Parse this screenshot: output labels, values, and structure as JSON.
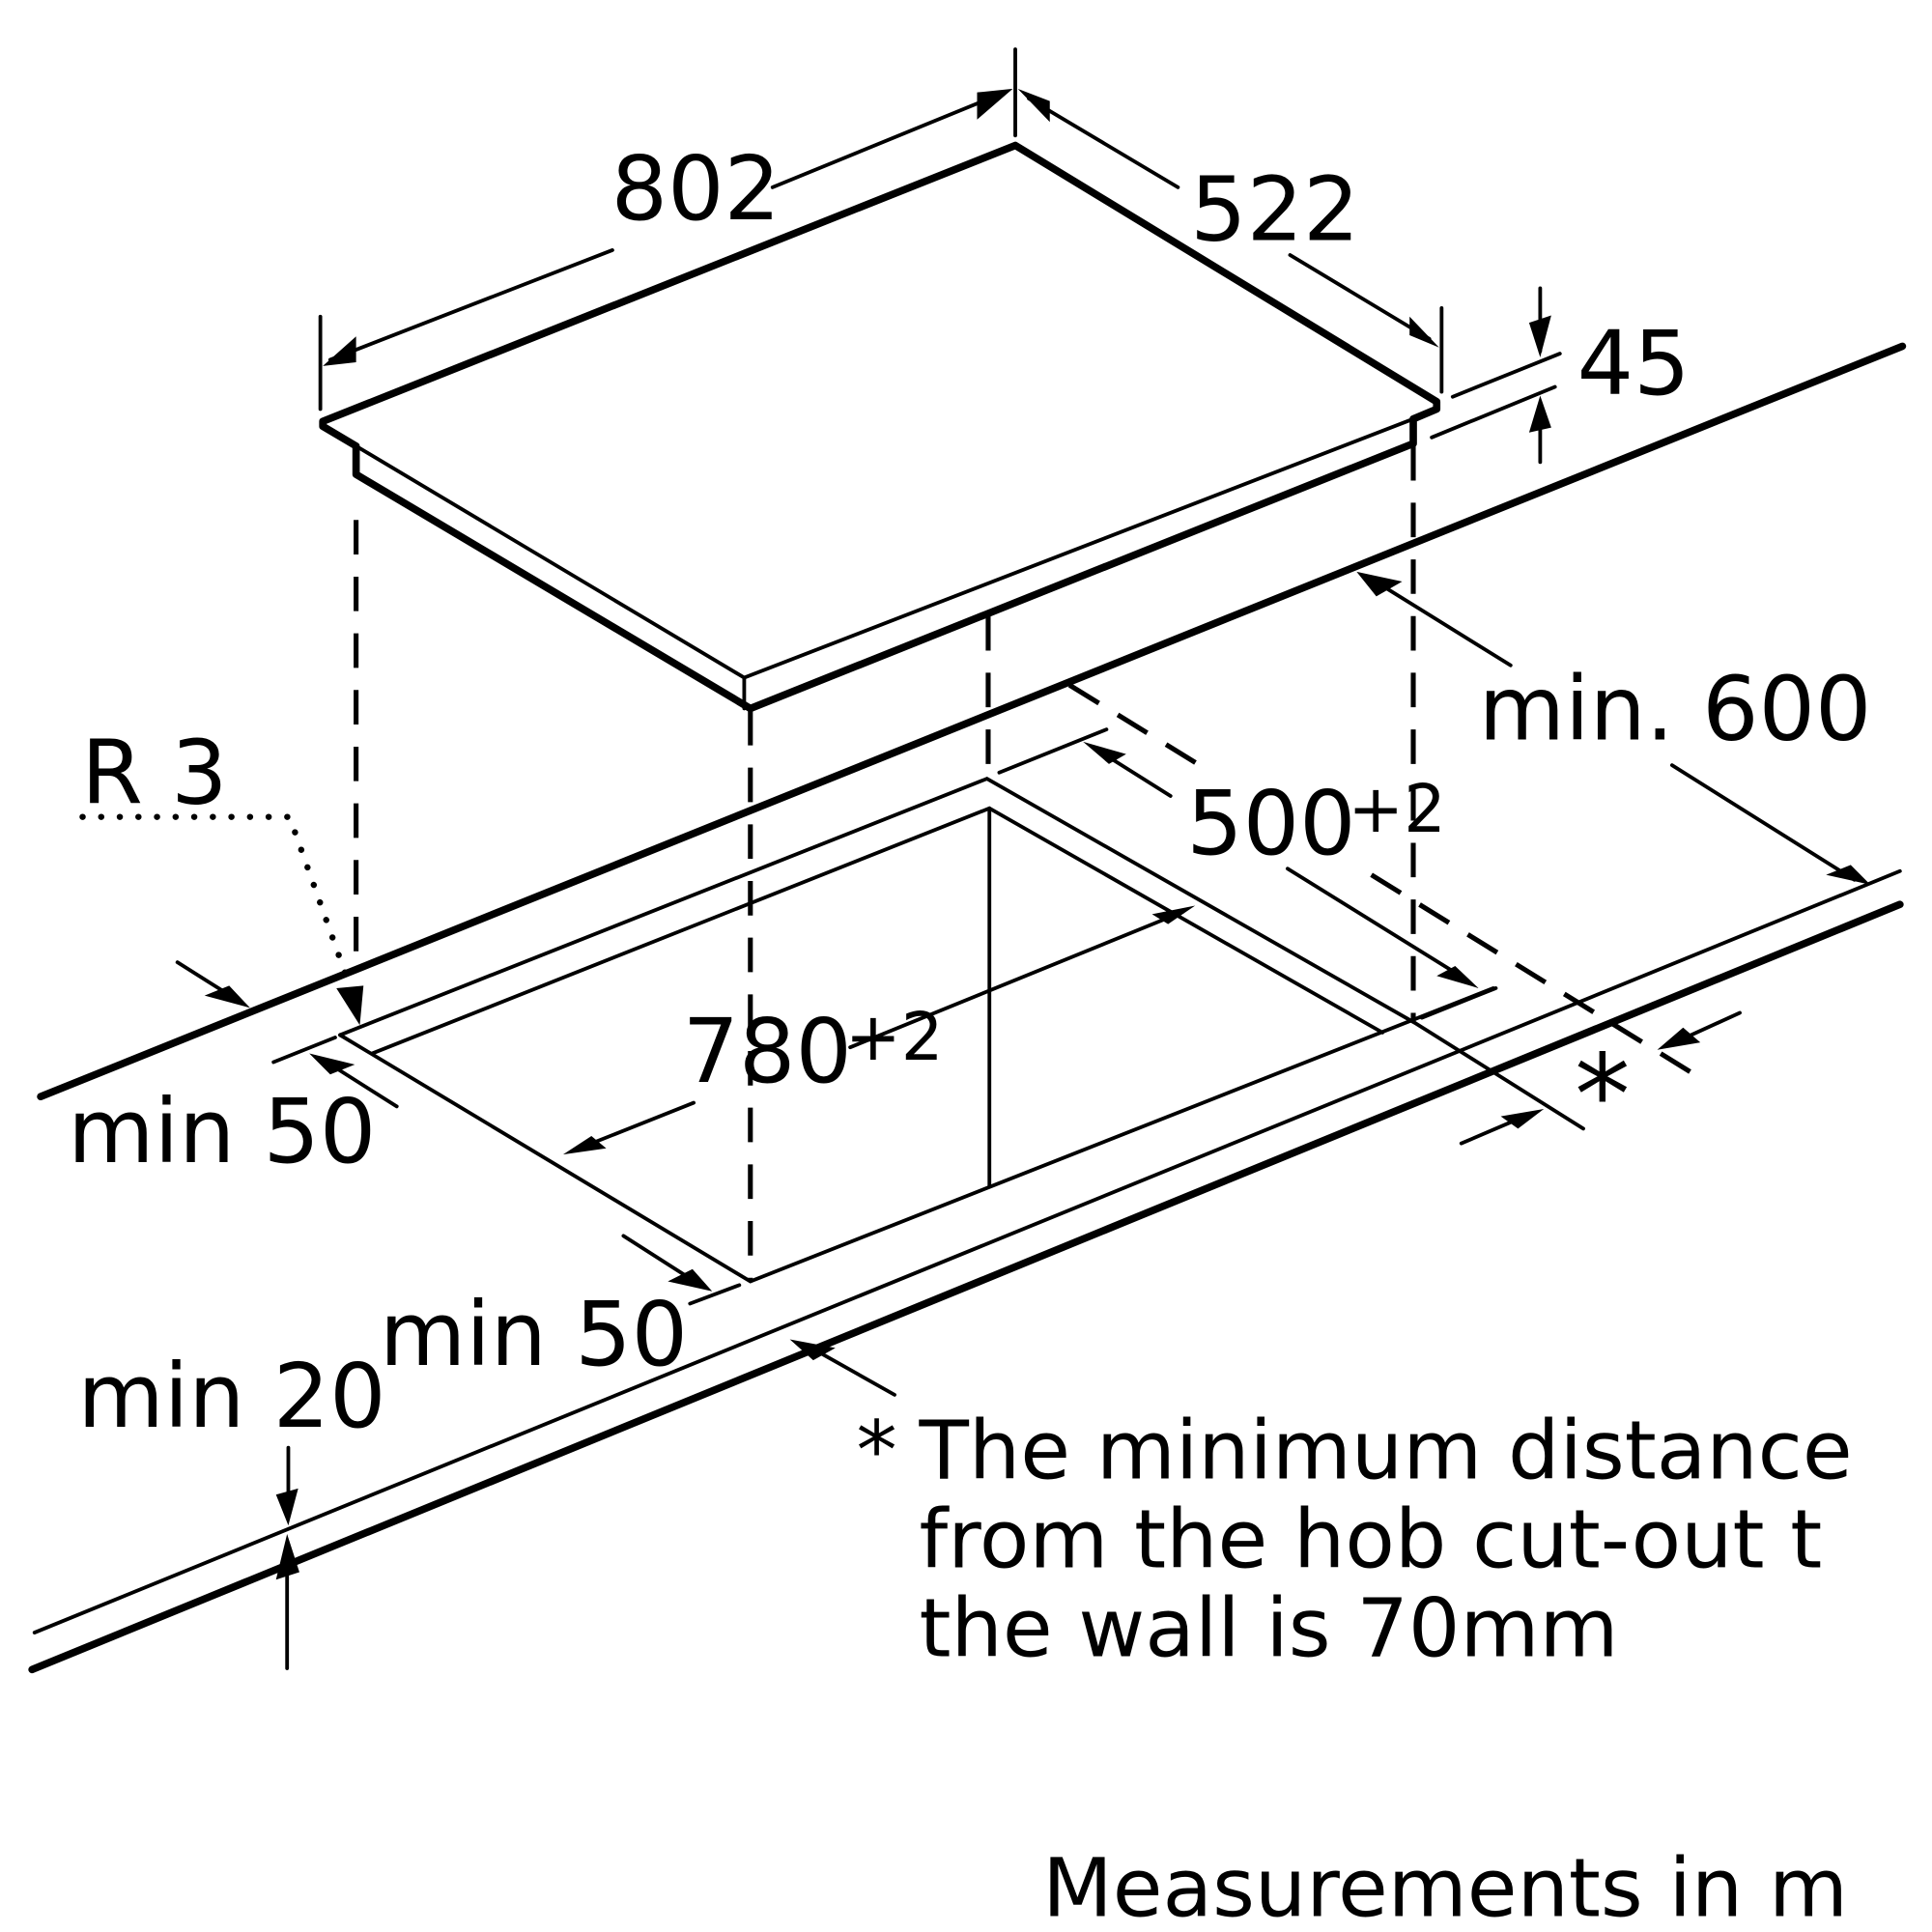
{
  "dimensions": {
    "hob_width": "802",
    "hob_depth": "522",
    "hob_height": "45",
    "cutout_width": "780",
    "cutout_width_tol": "+2",
    "cutout_depth": "500",
    "cutout_depth_tol": "+2",
    "min_wall_back": "min. 600",
    "min_side_left": "min 50",
    "min_front": "min 50",
    "min_worktop": "min 20",
    "radius": "R 3",
    "asterisk": "*"
  },
  "footnote": {
    "marker": "*",
    "lines": [
      "The minimum distance",
      "from the hob cut-out t",
      "the wall is 70mm"
    ]
  },
  "units_note": "Measurements in m"
}
